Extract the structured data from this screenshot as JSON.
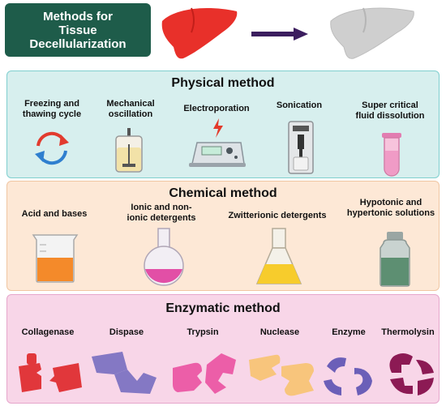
{
  "header": {
    "title": "Methods for\nTissue\nDecellularization"
  },
  "physical": {
    "title": "Physical method",
    "items": [
      "Freezing and\nthawing cycle",
      "Mechanical\noscillation",
      "Electroporation",
      "Sonication",
      "Super critical\nfluid dissolution"
    ]
  },
  "chemical": {
    "title": "Chemical method",
    "items": [
      "Acid and bases",
      "Ionic and non-\nionic detergents",
      "Zwitterionic detergents",
      "Hypotonic and\nhypertonic solutions"
    ]
  },
  "enzymatic": {
    "title": "Enzymatic method",
    "items": [
      "Collagenase",
      "Dispase",
      "Trypsin",
      "Nuclease",
      "Enzyme",
      "Thermolysin"
    ]
  },
  "colors": {
    "title_bg": "#1e5c4a",
    "physical_bg": "#d7efee",
    "chemical_bg": "#fde8d6",
    "enzymatic_bg": "#f8d6e8",
    "liver_fresh": "#e8302a",
    "liver_decell": "#cfcfcf",
    "arrow": "#3b1d5e"
  }
}
